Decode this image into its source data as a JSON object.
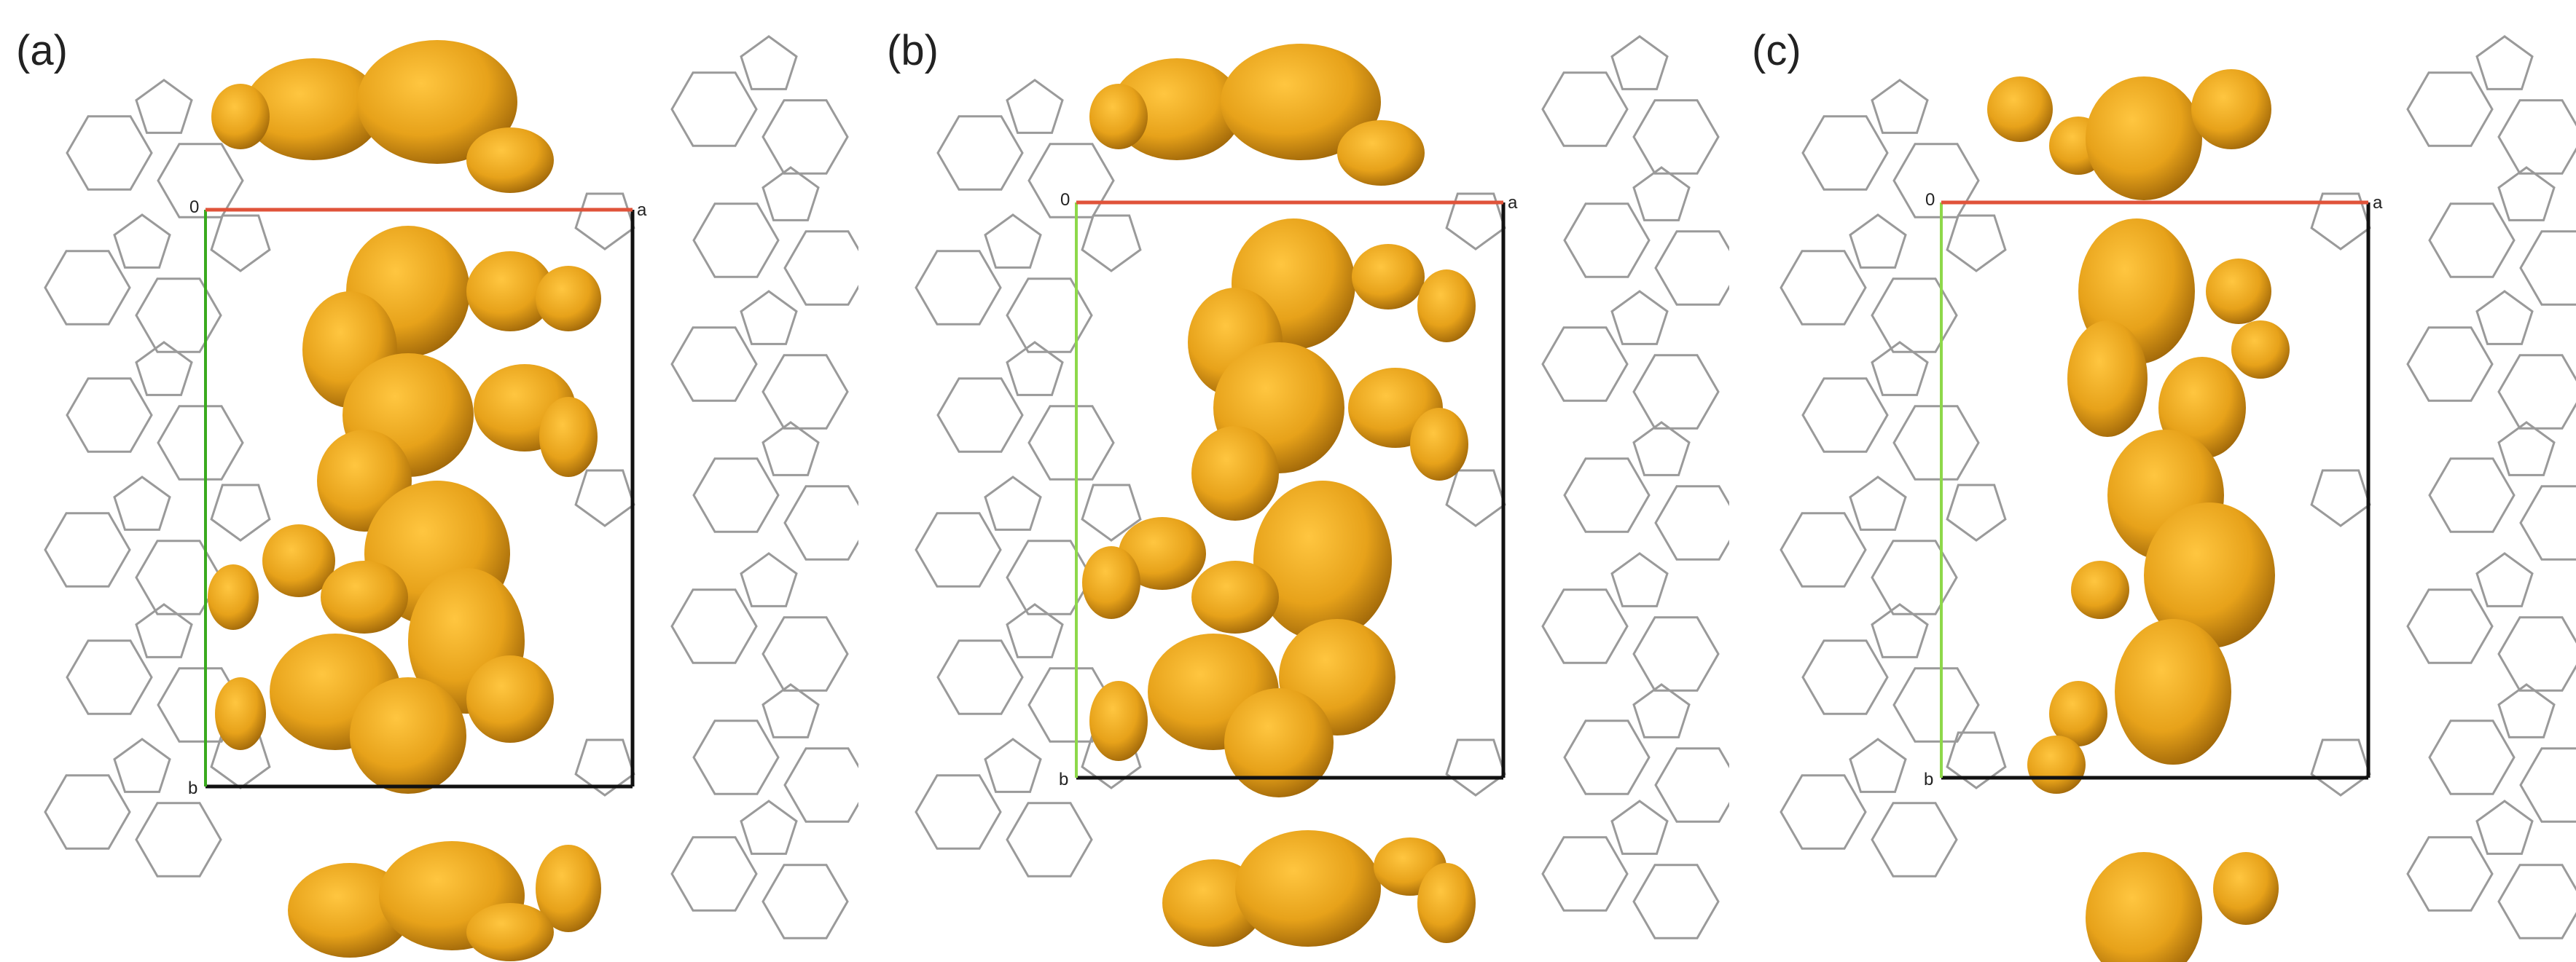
{
  "figure": {
    "panels": [
      {
        "id": "a",
        "label": "(a)",
        "axes": {
          "origin": "0",
          "a": "a",
          "b": "b"
        },
        "cell_colors": {
          "a_axis": "#e0533a",
          "b_axis": "#3aaa1e",
          "edges": "#111111"
        }
      },
      {
        "id": "b",
        "label": "(b)",
        "axes": {
          "origin": "0",
          "a": "a",
          "b": "b"
        },
        "cell_colors": {
          "a_axis": "#e0533a",
          "b_axis": "#8ed84a",
          "edges": "#111111"
        }
      },
      {
        "id": "c",
        "label": "(c)",
        "axes": {
          "origin": "0",
          "a": "a",
          "b": "b"
        },
        "cell_colors": {
          "a_axis": "#e0533a",
          "b_axis": "#8ed84a",
          "edges": "#111111"
        }
      }
    ],
    "colors": {
      "void_surface": "#e7a21a",
      "void_shadow": "#9c6408",
      "molecule_lines": "#9a9a9a"
    }
  }
}
